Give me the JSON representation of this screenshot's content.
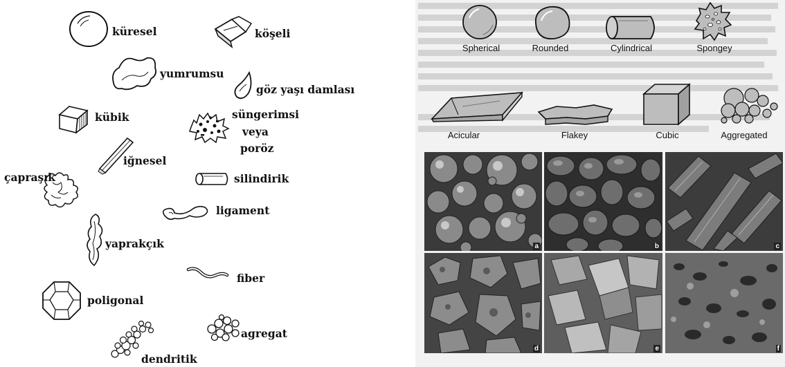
{
  "turkish_shapes": {
    "kuresel": "küresel",
    "koseli": "köşeli",
    "yumrumsu": "yumrumsu",
    "goz_yasi": "göz yaşı damlası",
    "kubik": "kübik",
    "sungerimsi_1": "süngerimsi",
    "sungerimsi_2": "veya",
    "sungerimsi_3": "poröz",
    "ignesel": "iğnesel",
    "caprasik": "çapraşık",
    "silindirik": "silindirik",
    "ligament": "ligament",
    "yaprakcik": "yaprakçık",
    "fiber": "fiber",
    "poligonal": "poligonal",
    "agregat": "agregat",
    "dendritik": "dendritik"
  },
  "english_shapes": {
    "spherical": "Spherical",
    "rounded": "Rounded",
    "cylindrical": "Cylindrical",
    "spongey": "Spongey",
    "acicular": "Acicular",
    "flakey": "Flakey",
    "cubic": "Cubic",
    "aggregated": "Aggregated"
  },
  "micrographs": [
    "a",
    "b",
    "c",
    "d",
    "e",
    "f"
  ]
}
